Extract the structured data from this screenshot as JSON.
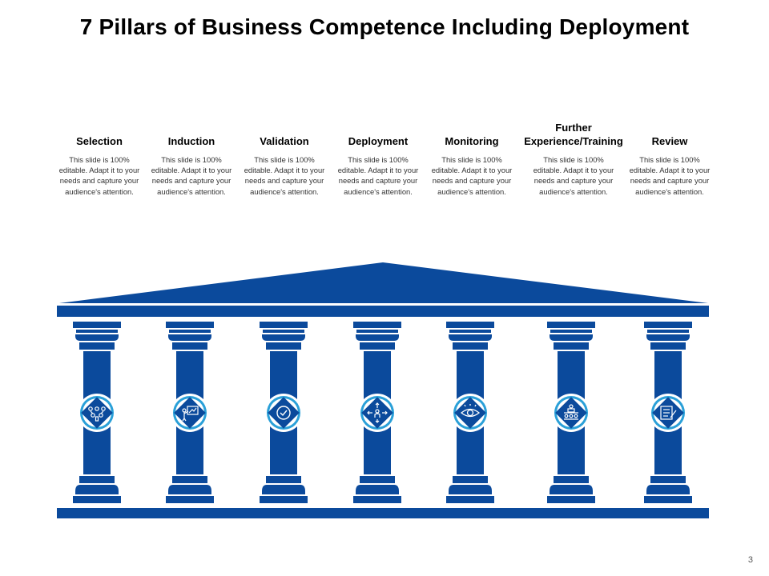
{
  "slide": {
    "title": "7 Pillars of Business Competence Including Deployment",
    "page_number": "3"
  },
  "colors": {
    "primary": "#0b4a9c",
    "icon_ring": "#2aa0d8",
    "title_text": "#000000"
  },
  "pillars": [
    {
      "label": "Selection",
      "desc": "This slide is 100% editable. Adapt it to your needs and capture your audience's attention.",
      "icon": "people-network-icon"
    },
    {
      "label": "Induction",
      "desc": "This slide is 100% editable. Adapt it to your needs and capture your audience's attention.",
      "icon": "presenter-board-icon"
    },
    {
      "label": "Validation",
      "desc": "This slide is 100% editable. Adapt it to your needs and capture your audience's attention.",
      "icon": "check-circle-icon"
    },
    {
      "label": "Deployment",
      "desc": "This slide is 100% editable. Adapt it to your needs and capture your audience's attention.",
      "icon": "person-arrows-icon"
    },
    {
      "label": "Monitoring",
      "desc": "This slide is 100% editable. Adapt it to your needs and capture your audience's attention.",
      "icon": "eye-icon"
    },
    {
      "label": "Further Experience/Training",
      "desc": "This slide is 100% editable. Adapt it to your needs and capture your audience's attention.",
      "icon": "training-group-icon"
    },
    {
      "label": "Review",
      "desc": "This slide is 100% editable. Adapt it to your needs and capture your audience's attention.",
      "icon": "review-document-icon"
    }
  ]
}
